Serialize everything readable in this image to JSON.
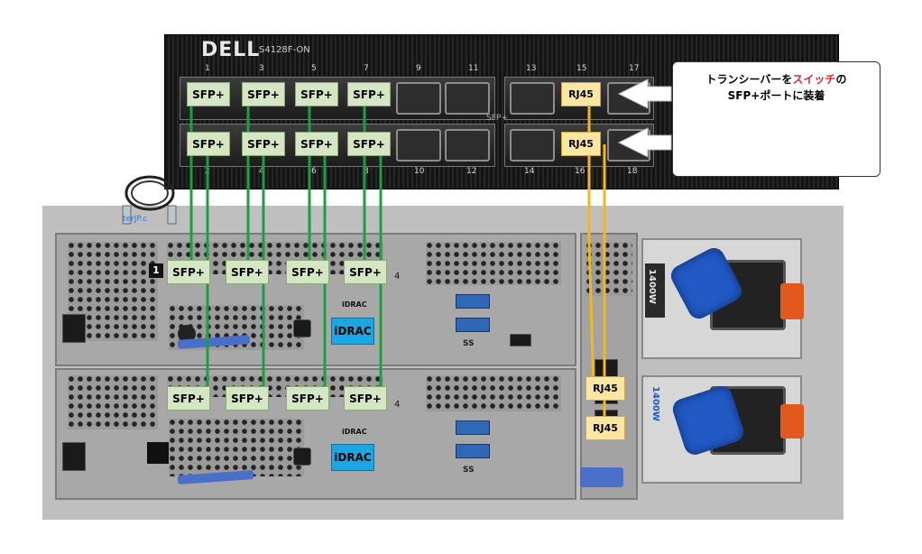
{
  "switch": {
    "brand": "DELL",
    "model": "S4128F-ON",
    "top_port_numbers": [
      "1",
      "3",
      "5",
      "7",
      "9",
      "11",
      "13",
      "15",
      "17"
    ],
    "bottom_port_numbers": [
      "2",
      "4",
      "6",
      "8",
      "10",
      "12",
      "14",
      "16",
      "18"
    ],
    "center_label": "SFP+",
    "port_labels_top": [
      "SFP+",
      "SFP+",
      "SFP+",
      "SFP+"
    ],
    "port_labels_bottom": [
      "SFP+",
      "SFP+",
      "SFP+",
      "SFP+"
    ],
    "rj45_labels": [
      "RJ45",
      "RJ45"
    ]
  },
  "callout": {
    "line1_prefix": "トランシーバーを",
    "line1_highlight": "スイッチ",
    "line1_suffix": "の",
    "line2": "SFP+ポートに装着",
    "highlight_color": "#e3262a"
  },
  "cable": {
    "brand_text": "terJP.c"
  },
  "server": {
    "node1": {
      "index": "1",
      "slot_number": "4",
      "sfp_labels": [
        "SFP+",
        "SFP+",
        "SFP+",
        "SFP+"
      ],
      "idrac_small": "iDRAC",
      "idrac_label": "iDRAC",
      "ss_logo": "SS"
    },
    "node2": {
      "slot_number": "4",
      "sfp_labels": [
        "SFP+",
        "SFP+",
        "SFP+",
        "SFP+"
      ],
      "idrac_small": "iDRAC",
      "idrac_label": "iDRAC",
      "ss_logo": "SS"
    },
    "rj45_labels": [
      "RJ45",
      "RJ45"
    ],
    "psu_rating": "1400W",
    "psu_rating_2": "1400W"
  },
  "colors": {
    "sfp_cable": "#1f9e3e",
    "rj45_cable": "#f2b81a",
    "idrac": "#1ba7e4"
  }
}
